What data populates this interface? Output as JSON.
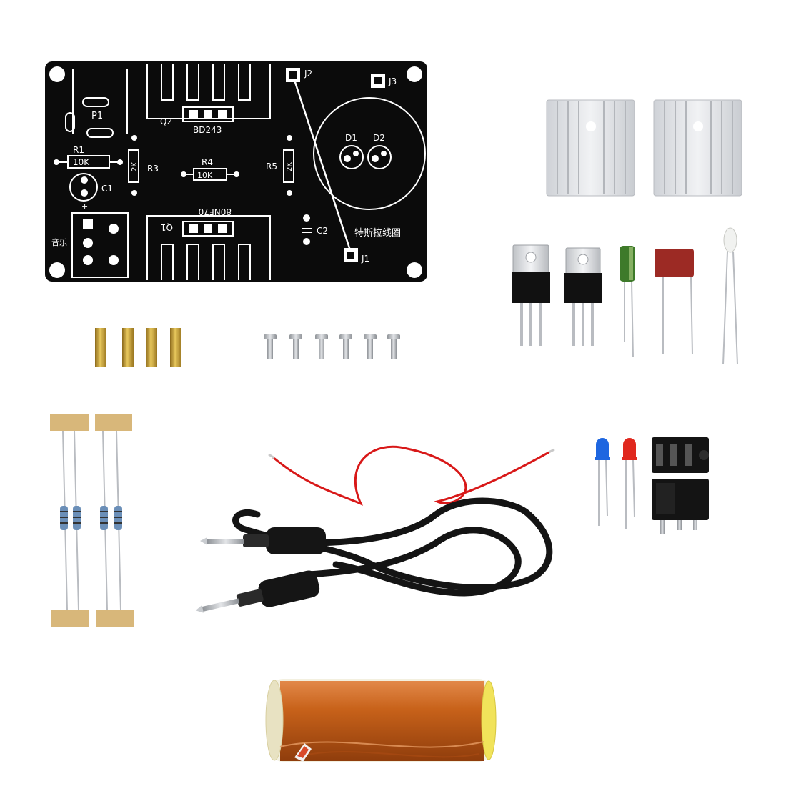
{
  "pcb": {
    "labels": {
      "p1": "P1",
      "r1": "R1",
      "r1_value": "10K",
      "c1": "C1",
      "plus": "+",
      "music": "音乐",
      "q2": "Q2",
      "q2_part": "BD243",
      "r3": "R3",
      "r3_value": "2K",
      "r4": "R4",
      "r4_value": "10K",
      "r5": "R5",
      "r5_value": "2K",
      "q1": "Q1",
      "q1_part": "80NF70",
      "j1": "J1",
      "j2": "J2",
      "j3": "J3",
      "d1": "D1",
      "d2": "D2",
      "c2": "C2",
      "tesla_coil": "特斯拉线圈"
    }
  },
  "colors": {
    "pcb_black": "#0b0b0b",
    "heatsink": "#e4e6ea",
    "wire_red": "#d81818",
    "cable_black": "#141414",
    "coil_copper": "#c8621a",
    "brass": "#c9a33a",
    "resistor_tape": "#d8b77a",
    "capacitor_red": "#9c2a24",
    "capacitor_green": "#3e7a2a",
    "led_blue": "#1e66e0",
    "led_red": "#e0281e"
  },
  "icons": {
    "coil": "copper-coil-icon",
    "cable": "audio-cable-icon",
    "heatsink": "heatsink-icon"
  }
}
